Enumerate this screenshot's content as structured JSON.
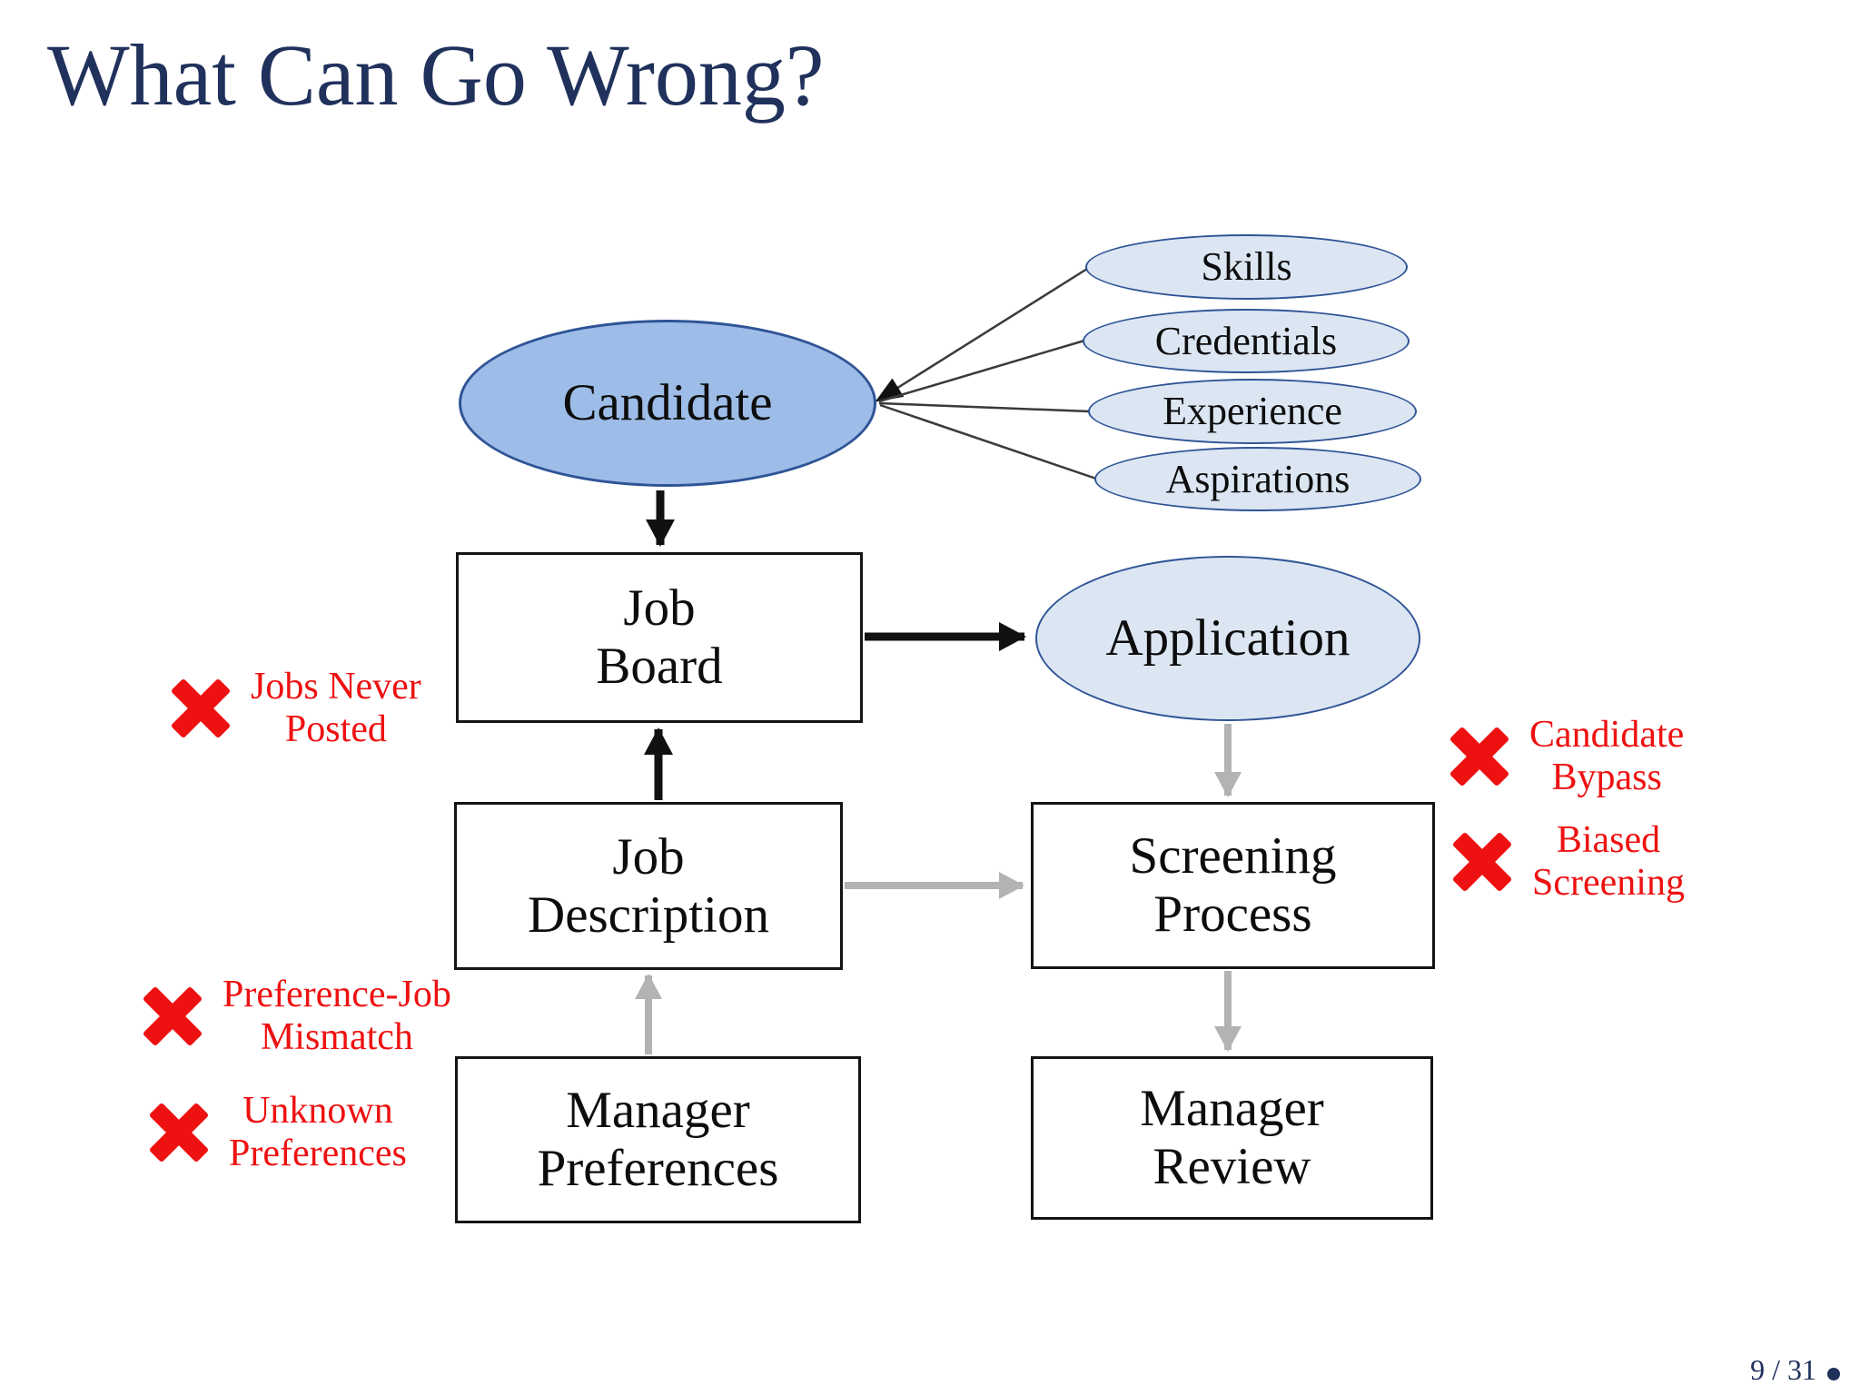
{
  "slide": {
    "title": "What Can Go Wrong?",
    "footer": {
      "page": "9 / 31"
    },
    "colors": {
      "title_navy": "#20315C",
      "candidate_fill": "#9DBDE8",
      "attribute_fill": "#DCE6F3",
      "ellipse_border": "#2F5496",
      "failure_red": "#EE1111",
      "black_arrow": "#111111",
      "gray_arrow": "#B3B3B3"
    }
  },
  "diagram": {
    "nodes": {
      "candidate": {
        "label": "Candidate",
        "shape": "ellipse"
      },
      "skills": {
        "label": "Skills",
        "shape": "ellipse"
      },
      "credentials": {
        "label": "Credentials",
        "shape": "ellipse"
      },
      "experience": {
        "label": "Experience",
        "shape": "ellipse"
      },
      "aspirations": {
        "label": "Aspirations",
        "shape": "ellipse"
      },
      "application": {
        "label": "Application",
        "shape": "ellipse"
      },
      "job_board": {
        "label": "Job\nBoard",
        "shape": "rect"
      },
      "job_description": {
        "label": "Job\nDescription",
        "shape": "rect"
      },
      "screening_process": {
        "label": "Screening\nProcess",
        "shape": "rect"
      },
      "manager_preferences": {
        "label": "Manager\nPreferences",
        "shape": "rect"
      },
      "manager_review": {
        "label": "Manager\nReview",
        "shape": "rect"
      }
    },
    "failures": [
      {
        "id": "jobs-never-posted",
        "label": "Jobs Never\nPosted",
        "icon": "error-x-icon"
      },
      {
        "id": "candidate-bypass",
        "label": "Candidate\nBypass",
        "icon": "error-x-icon"
      },
      {
        "id": "biased-screening",
        "label": "Biased\nScreening",
        "icon": "error-x-icon"
      },
      {
        "id": "preference-job-mismatch",
        "label": "Preference-Job\nMismatch",
        "icon": "error-x-icon"
      },
      {
        "id": "unknown-preferences",
        "label": "Unknown\nPreferences",
        "icon": "error-x-icon"
      }
    ]
  }
}
